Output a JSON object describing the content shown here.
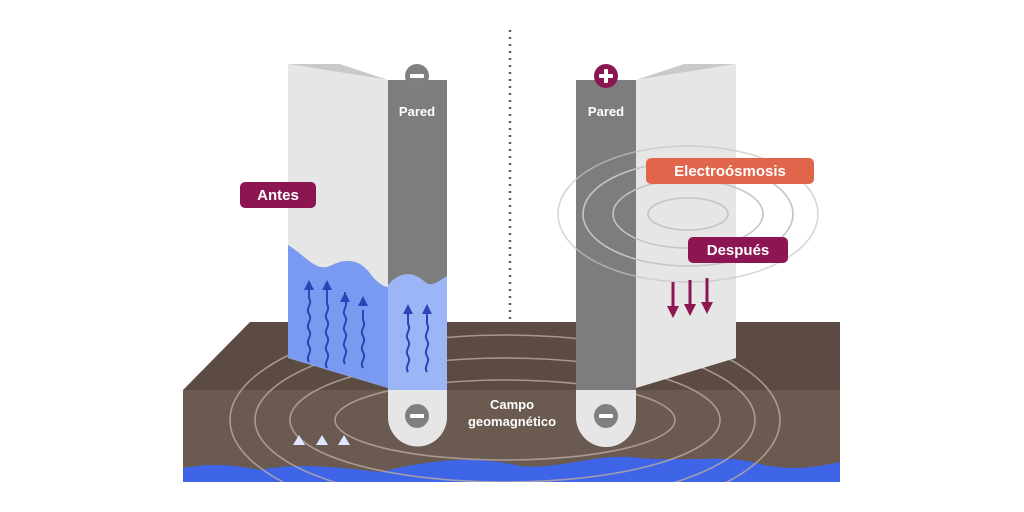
{
  "labels": {
    "antes": "Antes",
    "despues": "Después",
    "electroosmosis": "Electroósmosis",
    "pared_left": "Pared",
    "pared_right": "Pared",
    "campo_line1": "Campo",
    "campo_line2": "geomagnético"
  },
  "icons": {
    "top_left": "minus-icon",
    "top_right": "plus-icon",
    "bottom_left": "minus-icon",
    "bottom_right": "minus-icon"
  },
  "colors": {
    "badge_purple": "#8c1651",
    "electroosmosis_orange": "#e0654a",
    "water_blue": "#3e64e8",
    "wall_gray": "#808080",
    "soil_brown": "#6a5a50"
  }
}
